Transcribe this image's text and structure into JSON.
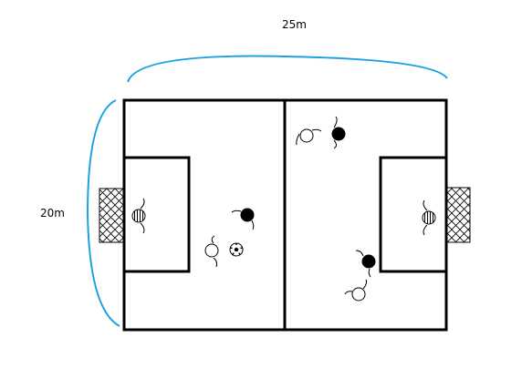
{
  "dimensions": {
    "length_label": "25m",
    "width_label": "20m"
  },
  "colors": {
    "line": "#000000",
    "dimension_arc": "#1ba1e2",
    "team_dark": "#000000",
    "team_light": "#ffffff"
  },
  "players": [
    {
      "team": "white",
      "role": "field",
      "icon": "player-white-icon"
    },
    {
      "team": "black",
      "role": "field",
      "icon": "player-black-icon"
    },
    {
      "team": "black",
      "role": "field",
      "icon": "player-black-icon"
    },
    {
      "team": "white",
      "role": "field",
      "icon": "player-white-icon"
    },
    {
      "team": "black",
      "role": "field",
      "icon": "player-black-icon"
    },
    {
      "team": "white",
      "role": "field",
      "icon": "player-white-icon"
    }
  ],
  "goalkeepers": [
    {
      "side": "left",
      "icon": "goalkeeper-striped-icon"
    },
    {
      "side": "right",
      "icon": "goalkeeper-striped-icon"
    }
  ],
  "ball": {
    "icon": "soccer-ball-icon"
  }
}
